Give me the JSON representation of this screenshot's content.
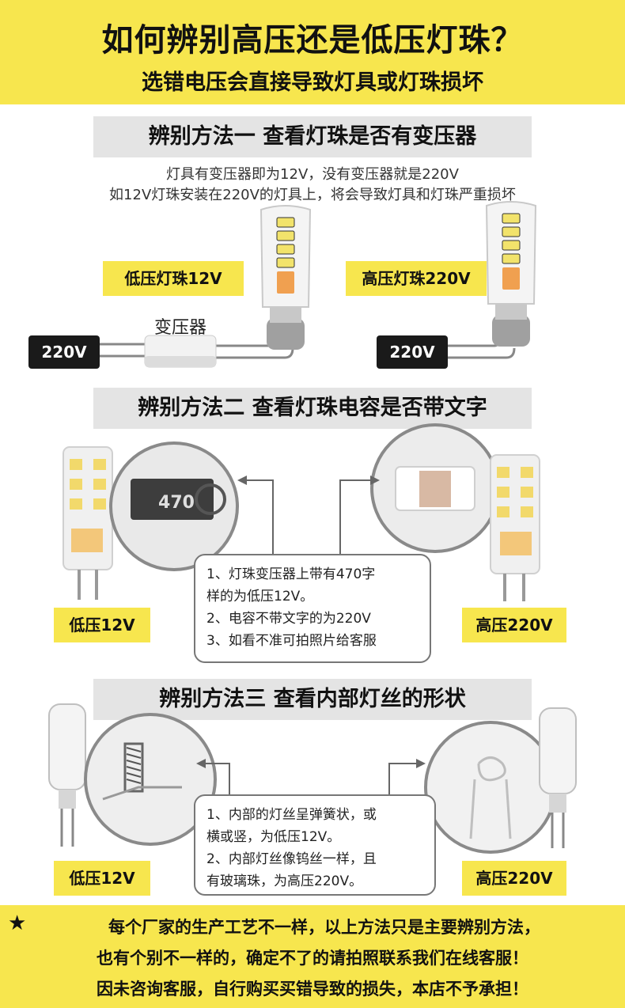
{
  "header": {
    "title": "如何辨别高压还是低压灯珠？",
    "subtitle": "选错电压会直接导致灯具或灯珠损坏"
  },
  "method1": {
    "banner": "辨别方法一  查看灯珠是否有变压器",
    "info_line1": "灯具有变压器即为12V，没有变压器就是220V",
    "info_line2": "如12V灯珠安装在220V的灯具上，将会导致灯具和灯珠严重损坏",
    "low_label": "低压灯珠12V",
    "high_label": "高压灯珠220V",
    "transformer_label": "变压器",
    "volt_left": "220V",
    "volt_right": "220V"
  },
  "method2": {
    "banner": "辨别方法二  查看灯珠电容是否带文字",
    "capacitor_marking": "470",
    "notes": [
      "1、灯珠变压器上带有470字",
      "样的为低压12V。",
      "2、电容不带文字的为220V",
      "3、如看不准可拍照片给客服"
    ],
    "low_label": "低压12V",
    "high_label": "高压220V"
  },
  "method3": {
    "banner": "辨别方法三  查看内部灯丝的形状",
    "notes": [
      "1、内部的灯丝呈弹簧状，或",
      "横或竖，为低压12V。",
      "2、内部灯丝像钨丝一样，且",
      "有玻璃珠，为高压220V。"
    ],
    "low_label": "低压12V",
    "high_label": "高压220V"
  },
  "footer": {
    "star": "★",
    "line1": "每个厂家的生产工艺不一样，以上方法只是主要辨别方法，",
    "line2": "也有个别不一样的，确定不了的请拍照联系我们在线客服！",
    "line3": "因未咨询客服，自行购买买错导致的损失，本店不予承担！"
  },
  "colors": {
    "accent_yellow": "#f7e64e",
    "banner_gray": "#e4e4e4",
    "dark_box": "#1a1a1a"
  }
}
